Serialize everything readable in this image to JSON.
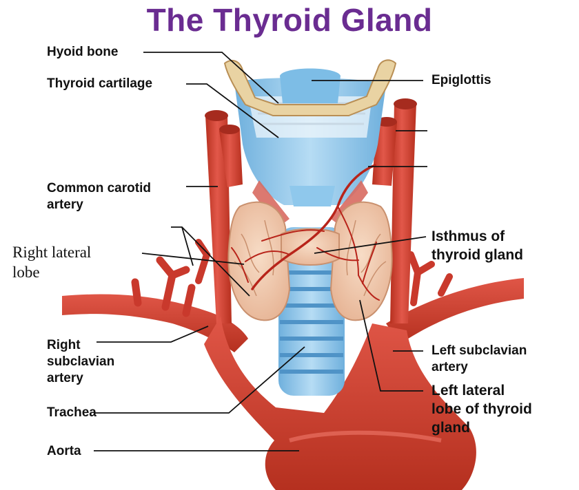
{
  "title": "The Thyroid Gland",
  "labels": {
    "hyoid_bone": "Hyoid bone",
    "thyroid_cartilage": "Thyroid cartilage",
    "epiglottis": "Epiglottis",
    "common_carotid_artery": "Common carotid\nartery",
    "right_lateral_lobe": "Right lateral\nlobe",
    "isthmus": "Isthmus of\nthyroid gland",
    "right_subclavian_artery": "Right\nsubclavian\nartery",
    "left_subclavian_artery": "Left subclavian\nartery",
    "trachea": "Trachea",
    "left_lateral_lobe": "Left lateral\nlobe of thyroid\ngland",
    "aorta": "Aorta"
  },
  "colors": {
    "title": "#6a2c91",
    "artery": "#d9473d",
    "artery_dark": "#a8281f",
    "cartilage": "#8fc8ec",
    "thyroid": "#f1c9ad",
    "bone": "#e9d3a3",
    "label_line": "#111111"
  }
}
